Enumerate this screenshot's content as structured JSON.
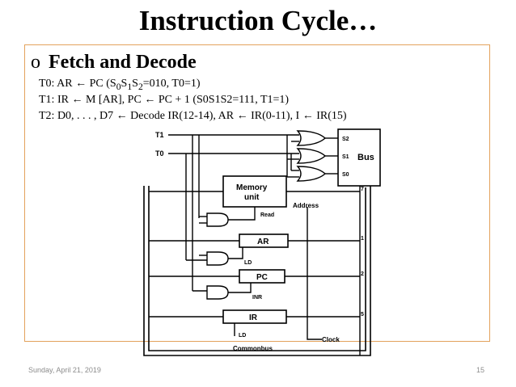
{
  "slide": {
    "title": "Instruction Cycle…",
    "bullet": "o",
    "heading": "Fetch and Decode",
    "lines": {
      "t0_pre": "T0: AR ",
      "t0_post": " PC  (S",
      "t0_s1": "S",
      "t0_s2": "S",
      "t0_tail": "=010, T0=1)",
      "t1_pre": "T1: IR ",
      "t1_mid": " M [AR],  PC ",
      "t1_post": " PC + 1   (S0S1S2=111, T1=1)",
      "t2_pre": "T2: D0, . . . , D7 ",
      "t2_mid": " Decode IR(12-14), AR ",
      "t2_mid2": " IR(0-11), I ",
      "t2_post": " IR(15)",
      "arrow": "←",
      "sub0": "0",
      "sub1": "1",
      "sub2": "2"
    },
    "footer_date": "Sunday, April 21, 2019",
    "page_number": "15",
    "accent_color": "#e3a25c"
  },
  "diagram": {
    "t1": "T1",
    "t0": "T0",
    "bus": "Bus",
    "s2": "S2",
    "s1": "S1",
    "s0": "S0",
    "memory_unit_1": "Memory",
    "memory_unit_2": "unit",
    "address": "Address",
    "read": "Read",
    "ar": "AR",
    "pc": "PC",
    "ir": "IR",
    "ld1": "LD",
    "inr": "INR",
    "ld2": "LD",
    "clock": "Clock",
    "commonbus": "Commonbus",
    "bus7": "7",
    "bus1": "1",
    "bus2": "2",
    "bus5": "5"
  }
}
